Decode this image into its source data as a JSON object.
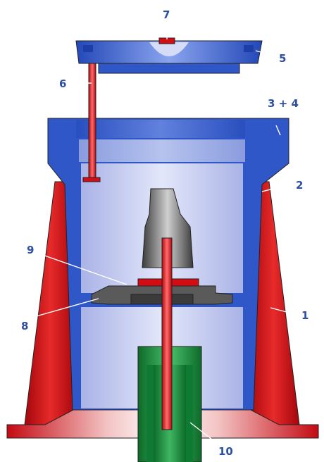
{
  "diagram": {
    "labels": [
      {
        "id": "1",
        "text": "1"
      },
      {
        "id": "2",
        "text": "2"
      },
      {
        "id": "3+4",
        "text": "3 + 4"
      },
      {
        "id": "5",
        "text": "5"
      },
      {
        "id": "6",
        "text": "6"
      },
      {
        "id": "7",
        "text": "7"
      },
      {
        "id": "8",
        "text": "8"
      },
      {
        "id": "9",
        "text": "9"
      },
      {
        "id": "10",
        "text": "10"
      }
    ],
    "colors": {
      "blue": "#2f57c8",
      "light_blue": "#c3c9ee",
      "red": "#d50c14",
      "green": "#169a3e",
      "gray": "#5a5a5a",
      "label": "#2c4fa3"
    }
  }
}
